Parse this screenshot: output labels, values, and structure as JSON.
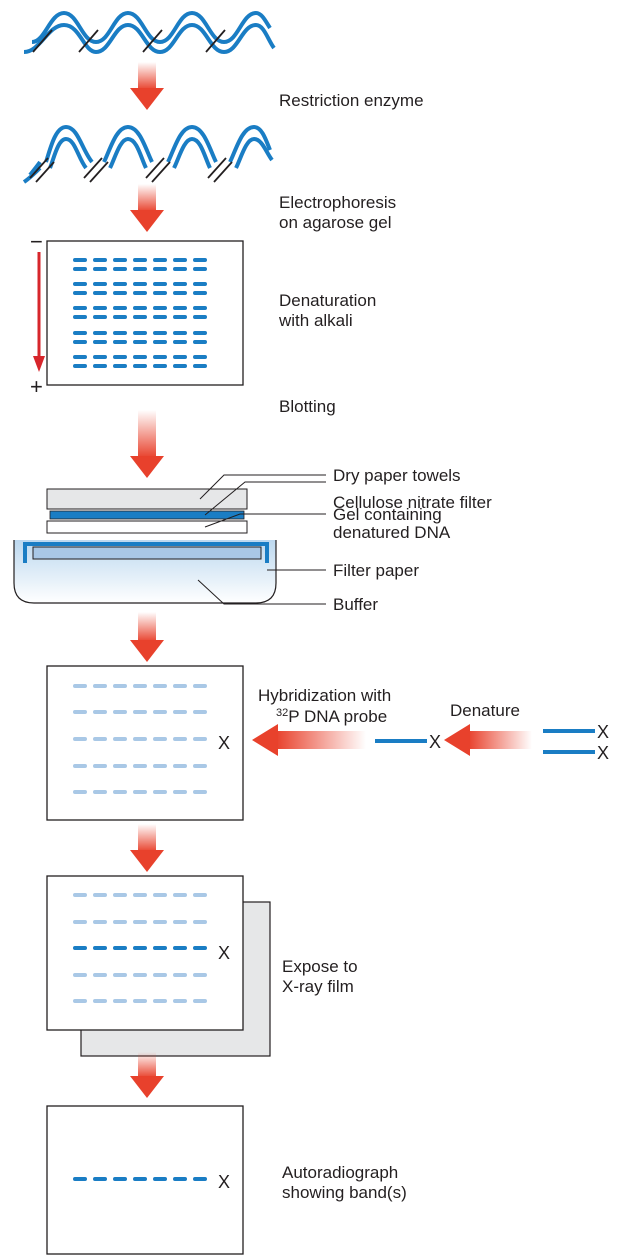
{
  "colors": {
    "dna_blue": "#1a7dc4",
    "band_dark": "#1a7dc4",
    "band_light": "#a9c8e6",
    "arrow_red": "#e8412c",
    "electrophoresis_arrow": "#d7262b",
    "box_stroke": "#231f20",
    "film_gray": "#e6e7e8"
  },
  "steps": {
    "restriction": "Restriction enzyme",
    "electrophoresis": [
      "Electrophoresis",
      "on agarose gel"
    ],
    "denaturation": [
      "Denaturation",
      "with alkali"
    ],
    "blotting": "Blotting",
    "hybridization": [
      "Hybridization with",
      "32",
      "P DNA probe"
    ],
    "denature": "Denature",
    "expose": [
      "Expose to",
      "X-ray film"
    ],
    "autoradiograph": [
      "Autoradiograph",
      "showing band(s)"
    ]
  },
  "blot_labels": {
    "towels": "Dry paper towels",
    "cellulose": "Cellulose nitrate filter",
    "gel": [
      "Gel containing",
      "denatured DNA"
    ],
    "filter_paper": "Filter paper",
    "buffer": "Buffer"
  },
  "symbols": {
    "minus": "−",
    "plus": "+",
    "label_mark": "X"
  }
}
